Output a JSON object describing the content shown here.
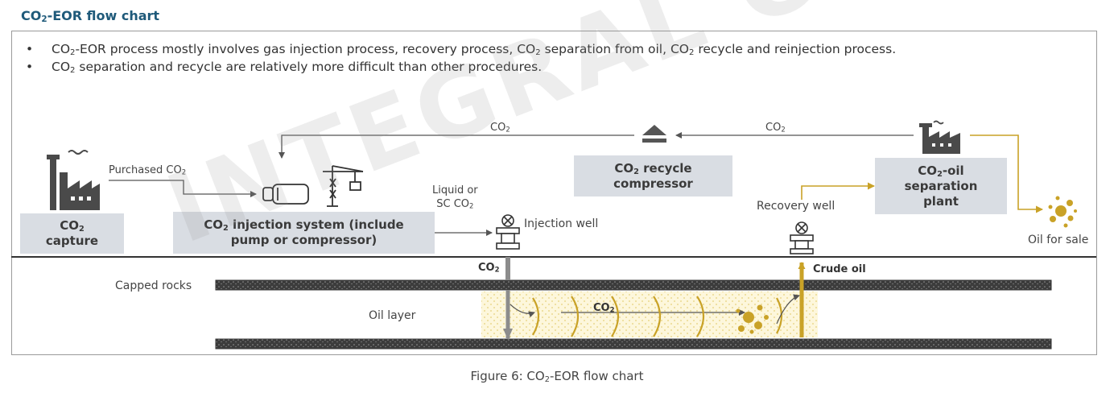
{
  "title": {
    "pre": "CO",
    "sub": "2",
    "post": "-EOR flow chart"
  },
  "bullets": [
    {
      "p1": "CO",
      "s1": "2",
      "p2": "-EOR process mostly involves gas injection process, recovery process, CO",
      "s2": "2",
      "p3": " separation from oil, CO",
      "s3": "2",
      "p4": " recycle and reinjection process."
    },
    {
      "p1": "CO",
      "s1": "2",
      "p2": " separation and recycle are relatively more difficult than other procedures."
    }
  ],
  "diagram": {
    "capture_box": {
      "l1": "CO",
      "l1sub": "2",
      "l2": "capture"
    },
    "purchased": {
      "pre": "Purchased CO",
      "sub": "2"
    },
    "injection_box": {
      "pre": "CO",
      "sub": "2",
      "post": " injection system (include",
      "l2": "pump or compressor)"
    },
    "recycle_box": {
      "pre": "CO",
      "sub": "2",
      "post": " recycle",
      "l2": "compressor"
    },
    "separation_box": {
      "pre": "CO",
      "sub": "2",
      "post": "-oil",
      "l2": "separation",
      "l3": "plant"
    },
    "co2_top_left": {
      "pre": "CO",
      "sub": "2"
    },
    "co2_top_right": {
      "pre": "CO",
      "sub": "2"
    },
    "liquid": {
      "l1": "Liquid or",
      "l2pre": "SC CO",
      "l2sub": "2"
    },
    "injection_well": "Injection well",
    "recovery_well": "Recovery well",
    "oil_for_sale": "Oil for sale",
    "co2_down": {
      "pre": "CO",
      "sub": "2"
    },
    "crude_oil": "Crude oil",
    "capped_rocks": "Capped rocks",
    "oil_layer": "Oil layer",
    "co2_layer": {
      "pre": "CO",
      "sub": "2"
    }
  },
  "watermark": "INTEGRAL CO., Ltd",
  "caption": {
    "pre": "Figure 6: CO",
    "sub": "2",
    "post": "-EOR flow chart"
  },
  "colors": {
    "title": "#1f5a7a",
    "box": "#d9dde3",
    "gold": "#c9a227",
    "arrow": "#555555",
    "rock": "#3c3c3c"
  }
}
